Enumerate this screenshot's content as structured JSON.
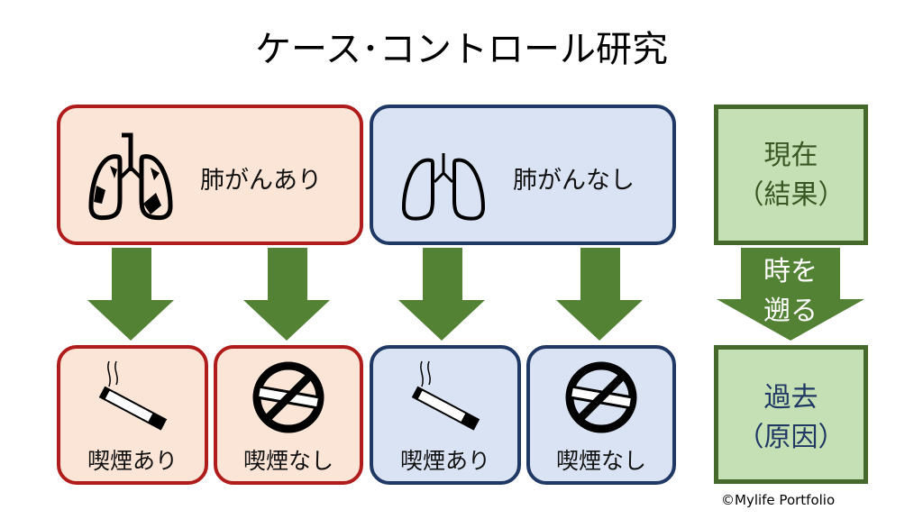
{
  "title": "ケース･コントロール研究",
  "cases": {
    "label": "肺がんあり",
    "smoking": "喫煙あり",
    "non_smoking": "喫煙なし"
  },
  "controls": {
    "label": "肺がんなし",
    "smoking": "喫煙あり",
    "non_smoking": "喫煙なし"
  },
  "timeline": {
    "present_line1": "現在",
    "present_line2": "（結果）",
    "arrow_line1": "時を",
    "arrow_line2": "遡る",
    "past_line1": "過去",
    "past_line2": "（原因）"
  },
  "copyright": "©Mylife Portfolio",
  "colors": {
    "red_border": "#b01c1c",
    "red_fill": "#fbe5d6",
    "blue_border": "#1f3864",
    "blue_fill": "#dae3f3",
    "green": "#548235",
    "green_fill": "#c5e0b4"
  }
}
